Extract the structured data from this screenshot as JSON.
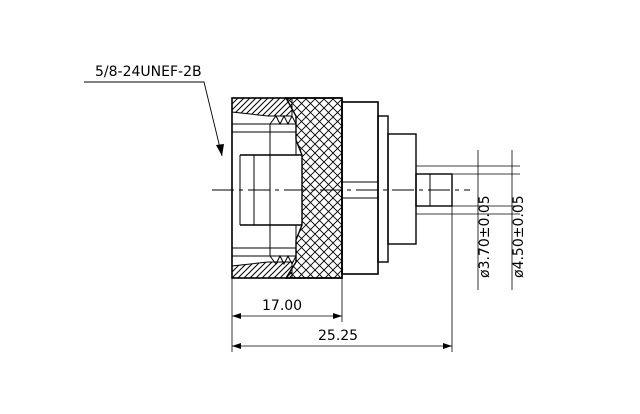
{
  "drawing": {
    "thread_callout": "5/8-24UNEF-2B",
    "dim_inner_length": "17.00",
    "dim_total_length": "25.25",
    "dim_pin_diameter": "ø3.70±0.05",
    "dim_outer_diameter": "ø4.50±0.05"
  },
  "colors": {
    "line": "#000000",
    "background": "#ffffff"
  }
}
